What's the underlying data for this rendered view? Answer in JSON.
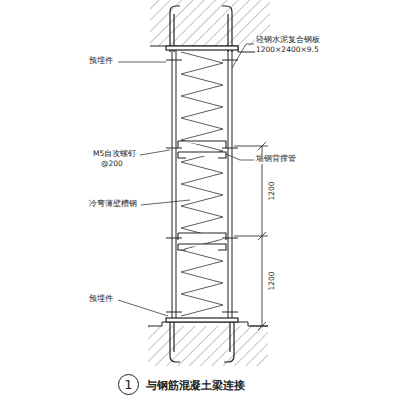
{
  "diagram": {
    "caption": "与钢筋混凝土梁连接",
    "nodes": [
      {
        "text": [
          "1"
        ]
      }
    ],
    "labels": [
      "预埋件",
      "轻钢水泥复合钢板",
      "1200×2400×9.5",
      "M5自攻螺钉",
      "@200",
      "墙钢背撑管",
      "冷弯薄壁槽钢",
      "1200",
      "1200",
      "预埋件"
    ]
  }
}
